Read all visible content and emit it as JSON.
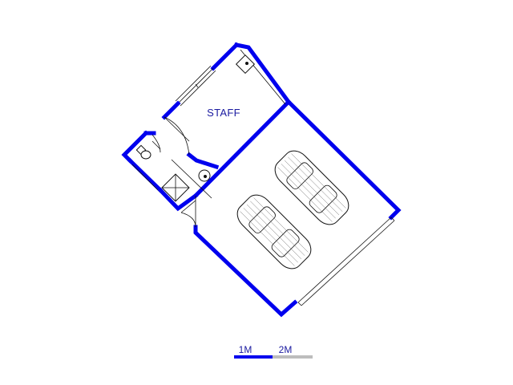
{
  "plan": {
    "rooms": [
      {
        "id": "staff",
        "label": "STAFF"
      }
    ],
    "scale_bar": {
      "labels": [
        "1M",
        "2M"
      ],
      "colors": {
        "filled": "#0000ee",
        "empty": "#bdbdbd"
      }
    },
    "colors": {
      "wall": "#0000ee",
      "label": "#1a1aa0",
      "line": "#111111"
    },
    "icons": [
      "car-icon",
      "car-icon",
      "toilet-icon",
      "basin-icon",
      "shower-icon",
      "sink-icon"
    ]
  }
}
